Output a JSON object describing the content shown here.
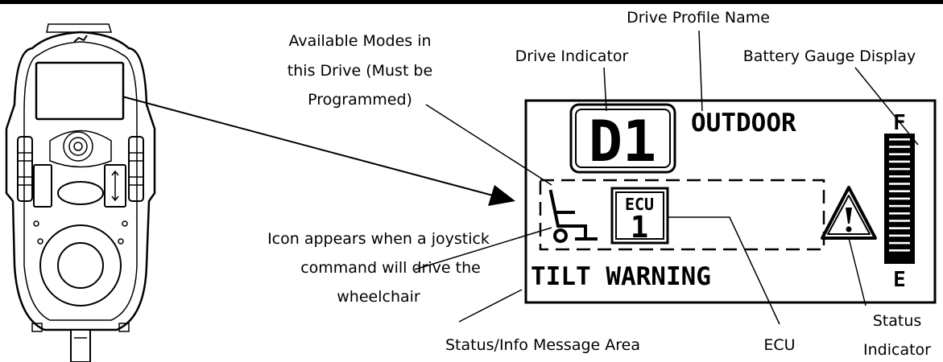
{
  "display": {
    "drive_number": "D1",
    "profile_name": "OUTDOOR",
    "ecu_label": "ECU",
    "ecu_number": "1",
    "status_message": "TILT WARNING",
    "battery_full_label": "F",
    "battery_empty_label": "E",
    "battery_level": 1.0
  },
  "callouts": {
    "drive_profile_name": "Drive Profile Name",
    "available_modes": [
      "Available Modes in",
      "this Drive (Must be",
      "Programmed)"
    ],
    "drive_indicator": "Drive Indicator",
    "battery_gauge": "Battery Gauge Display",
    "joystick_icon": [
      "Icon appears when a joystick",
      "command will drive the",
      "wheelchair"
    ],
    "status_info_area": "Status/Info Message Area",
    "ecu": "ECU",
    "status_indicator": [
      "Status",
      "Indicator"
    ]
  }
}
